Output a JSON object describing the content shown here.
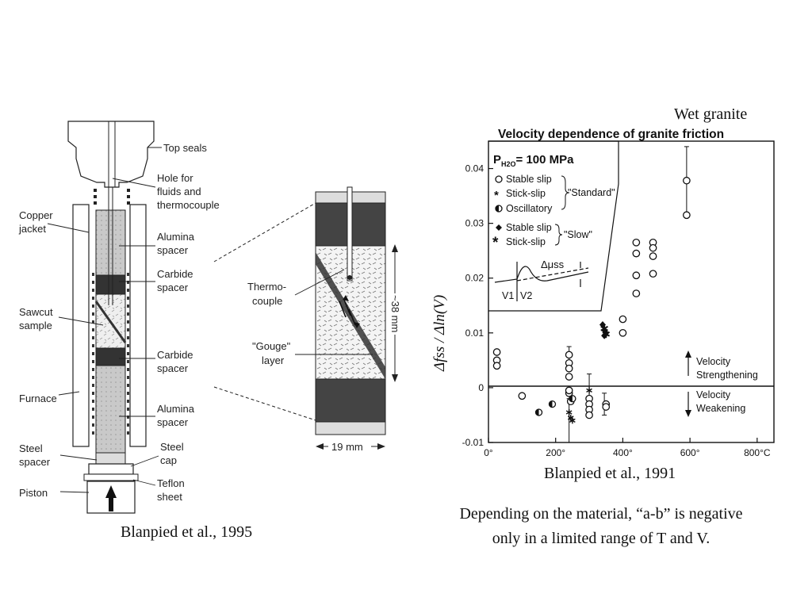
{
  "apparatus": {
    "labels": {
      "top_seals": "Top seals",
      "hole_line1": "Hole for",
      "hole_line2": "fluids and",
      "hole_line3": "thermocouple",
      "copper_line1": "Copper",
      "copper_line2": "jacket",
      "alumina1_line1": "Alumina",
      "alumina1_line2": "spacer",
      "carbide1_line1": "Carbide",
      "carbide1_line2": "spacer",
      "sawcut_line1": "Sawcut",
      "sawcut_line2": "sample",
      "carbide2_line1": "Carbide",
      "carbide2_line2": "spacer",
      "furnace": "Furnace",
      "alumina2_line1": "Alumina",
      "alumina2_line2": "spacer",
      "steel_spacer_line1": "Steel",
      "steel_spacer_line2": "spacer",
      "steel_cap_line1": "Steel",
      "steel_cap_line2": "cap",
      "teflon_line1": "Teflon",
      "teflon_line2": "sheet",
      "piston": "Piston"
    },
    "caption": "Blanpied et al., 1995"
  },
  "detail": {
    "thermo_line1": "Thermo-",
    "thermo_line2": "couple",
    "gouge_line1": "\"Gouge\"",
    "gouge_line2": "layer",
    "height_dim": "~38 mm",
    "width_dim": "19 mm"
  },
  "chart": {
    "header": "Wet granite",
    "title": "Velocity dependence of granite friction",
    "legend": {
      "pressure": "P",
      "pressure_sub": "H2O",
      "pressure_value": "= 100 MPa",
      "stable": "Stable slip",
      "stick": "Stick-slip",
      "osc": "Oscillatory",
      "standard": "\"Standard\"",
      "stable_slow": "Stable slip",
      "stick_slow": "Stick-slip",
      "slow": "\"Slow\"",
      "delta_mu": "Δμss",
      "v1": "V1",
      "v2": "V2"
    },
    "annotations": {
      "strengthening_1": "Velocity",
      "strengthening_2": "Strengthening",
      "weakening_1": "Velocity",
      "weakening_2": "Weakening"
    },
    "ylabel": "Δfss / Δln(V)",
    "caption": "Blanpied et al., 1991"
  },
  "note": {
    "line1": "Depending on the material, “a-b” is negative",
    "line2": "only in a limited range of T and V."
  },
  "chart_data": {
    "type": "scatter",
    "title": "Velocity dependence of granite friction",
    "xlabel": "",
    "ylabel": "Δfss / Δln(V)",
    "xlim": [
      0,
      850
    ],
    "ylim": [
      -0.01,
      0.045
    ],
    "x_ticks": [
      0,
      200,
      400,
      600,
      800
    ],
    "x_tick_labels": [
      "0°",
      "200°",
      "400°",
      "600°",
      "800°C"
    ],
    "y_ticks": [
      -0.01,
      0,
      0.01,
      0.02,
      0.03,
      0.04
    ],
    "y_tick_labels": [
      "-0.01",
      "0",
      "0.01",
      "0.02",
      "0.03",
      "0.04"
    ],
    "series": [
      {
        "name": "Stable slip",
        "marker": "open-circle",
        "x": [
          25,
          25,
          25,
          100,
          240,
          240,
          240,
          240,
          240,
          240,
          245,
          300,
          300,
          300,
          300,
          350,
          350,
          400,
          400,
          440,
          440,
          440,
          440,
          490,
          490,
          490,
          490,
          590,
          590
        ],
        "y": [
          0.0065,
          0.005,
          0.004,
          -0.0015,
          0.006,
          0.0045,
          0.0035,
          0.002,
          -0.001,
          -0.0005,
          -0.0025,
          -0.002,
          -0.003,
          -0.004,
          -0.005,
          -0.003,
          -0.0035,
          0.0125,
          0.01,
          0.0265,
          0.0245,
          0.0205,
          0.0172,
          0.0265,
          0.0255,
          0.024,
          0.0208,
          0.0378,
          0.0315
        ]
      },
      {
        "name": "Stick-slip",
        "marker": "asterisk",
        "x": [
          240,
          245,
          250,
          300
        ],
        "y": [
          -0.0045,
          -0.0055,
          -0.006,
          -0.0005
        ]
      },
      {
        "name": "Oscillatory",
        "marker": "half-circle",
        "x": [
          150,
          190,
          250
        ],
        "y": [
          -0.0045,
          -0.003,
          -0.002
        ]
      },
      {
        "name": "Stable slip",
        "marker": "filled-diamond",
        "x": [
          340,
          345,
          350,
          345
        ],
        "y": [
          0.0115,
          0.0105,
          0.01,
          0.0095
        ]
      },
      {
        "name": "Stick-slip",
        "marker": "bold-asterisk",
        "x": [
          345,
          350
        ],
        "y": [
          0.0108,
          0.0098
        ]
      }
    ]
  }
}
